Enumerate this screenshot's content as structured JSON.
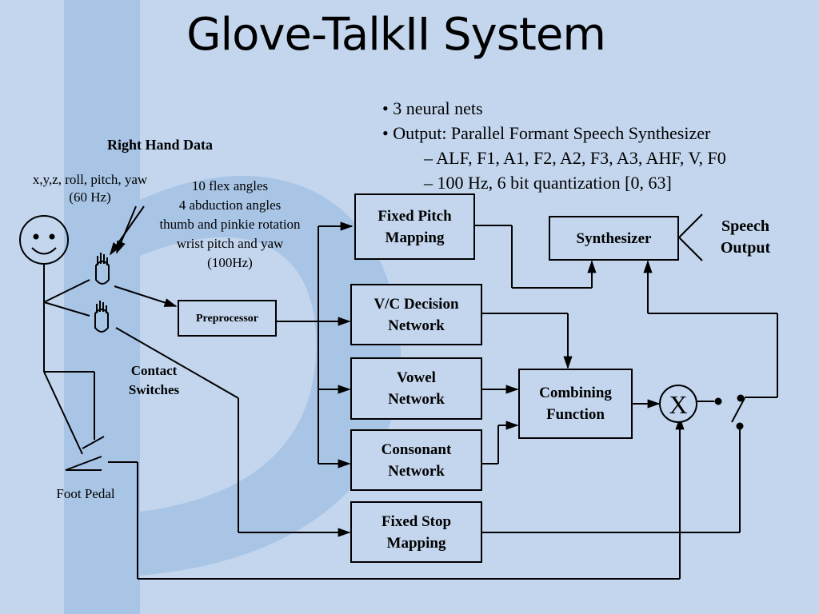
{
  "title": "Glove-TalkII System",
  "bullets": [
    "• 3 neural nets",
    "• Output: Parallel Formant Speech Synthesizer"
  ],
  "sub_bullets": [
    "– ALF, F1, A1, F2, A2, F3, A3, AHF, V, F0",
    "– 100 Hz, 6 bit quantization [0, 63]"
  ],
  "labels": {
    "right_hand_data": "Right Hand Data",
    "hand_coords": "x,y,z, roll, pitch, yaw",
    "hand_rate": "(60 Hz)",
    "flex_lines": [
      "10 flex angles",
      "4 abduction angles",
      "thumb and pinkie rotation",
      "wrist pitch and yaw",
      "(100Hz)"
    ],
    "contact_switches": "Contact\nSwitches",
    "foot_pedal": "Foot Pedal",
    "speech_output": "Speech\nOutput",
    "multiplier": "X"
  },
  "boxes": {
    "preprocessor": "Preprocessor",
    "fixed_pitch": "Fixed Pitch\nMapping",
    "vc_decision": "V/C Decision\nNetwork",
    "vowel": "Vowel\nNetwork",
    "consonant": "Consonant\nNetwork",
    "fixed_stop": "Fixed Stop\nMapping",
    "combining": "Combining\nFunction",
    "synthesizer": "Synthesizer"
  },
  "colors": {
    "background": "#c3d6ee",
    "decoration": "#a9c5e6",
    "line": "#000000"
  }
}
